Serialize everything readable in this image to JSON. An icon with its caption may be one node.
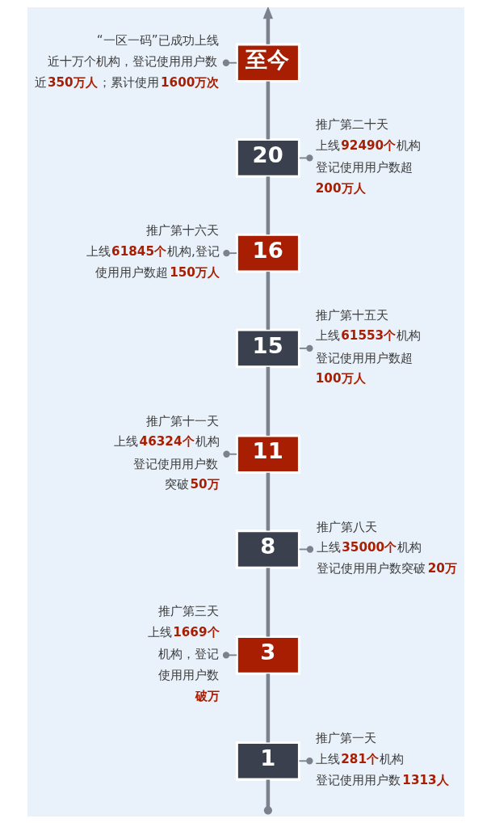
{
  "diagram": {
    "nodes": [
      {
        "text": [
          "“一区一码”已成功上线",
          "近十万个机构，登记使用用户数近**350万人**；累计使用**1600万次**"
        ]
      },
      {
        "text": [
          "至今"
        ]
      },
      {
        "text": [
          "20"
        ]
      },
      {
        "text": [
          "推广第二十天",
          "上线**92490个**机构登记使用用户数超**200万人**"
        ]
      },
      {
        "text": [
          "推广第十六天",
          "上线**61845个**机构,登记使用用户数超**150万人**"
        ]
      },
      {
        "text": [
          "16"
        ]
      },
      {
        "text": [
          "15"
        ]
      },
      {
        "text": [
          "推广第十五天",
          "上线**61553个**机构登记使用用户数超**100万人**"
        ]
      },
      {
        "text": [
          "推广第十一天",
          "上线**46324个**机构登记使用用户数突破**50万**"
        ]
      },
      {
        "text": [
          "11"
        ]
      },
      {
        "text": [
          "8"
        ]
      },
      {
        "text": [
          "推广第八天",
          "上线**35000个**机构登记使用用户数突破**20万**"
        ]
      },
      {
        "text": [
          "推广第三天",
          "上线**1669个**机构，登记使用用户数**破万**"
        ]
      },
      {
        "text": [
          "3"
        ]
      },
      {
        "text": [
          "1"
        ]
      },
      {
        "text": [
          "推广第一天",
          "上线**281个**机构登记使用用户数**1313人**"
        ]
      }
    ],
    "edges": [
      {
        "from": null,
        "to": 14,
        "arrow": "other"
      },
      {
        "from": 14,
        "to": 13,
        "arrow": "none"
      },
      {
        "from": 13,
        "to": 10,
        "arrow": "none"
      },
      {
        "from": 10,
        "to": 9,
        "arrow": "none"
      },
      {
        "from": 9,
        "to": 6,
        "arrow": "none"
      },
      {
        "from": 6,
        "to": 5,
        "arrow": "none"
      },
      {
        "from": 5,
        "to": 2,
        "arrow": "none"
      },
      {
        "from": 2,
        "to": 1,
        "arrow": "none"
      },
      {
        "from": 1,
        "to": null,
        "arrow": "to"
      },
      {
        "from": 0,
        "to": 1,
        "arrow": "other"
      },
      {
        "from": 2,
        "to": 3,
        "arrow": "other"
      },
      {
        "from": 4,
        "to": 5,
        "arrow": "other"
      },
      {
        "from": 6,
        "to": 7,
        "arrow": "other"
      },
      {
        "from": 8,
        "to": 9,
        "arrow": "other"
      },
      {
        "from": 10,
        "to": 11,
        "arrow": "other"
      },
      {
        "from": 12,
        "to": 13,
        "arrow": "other"
      },
      {
        "from": 14,
        "to": 15,
        "arrow": "other"
      }
    ]
  }
}
